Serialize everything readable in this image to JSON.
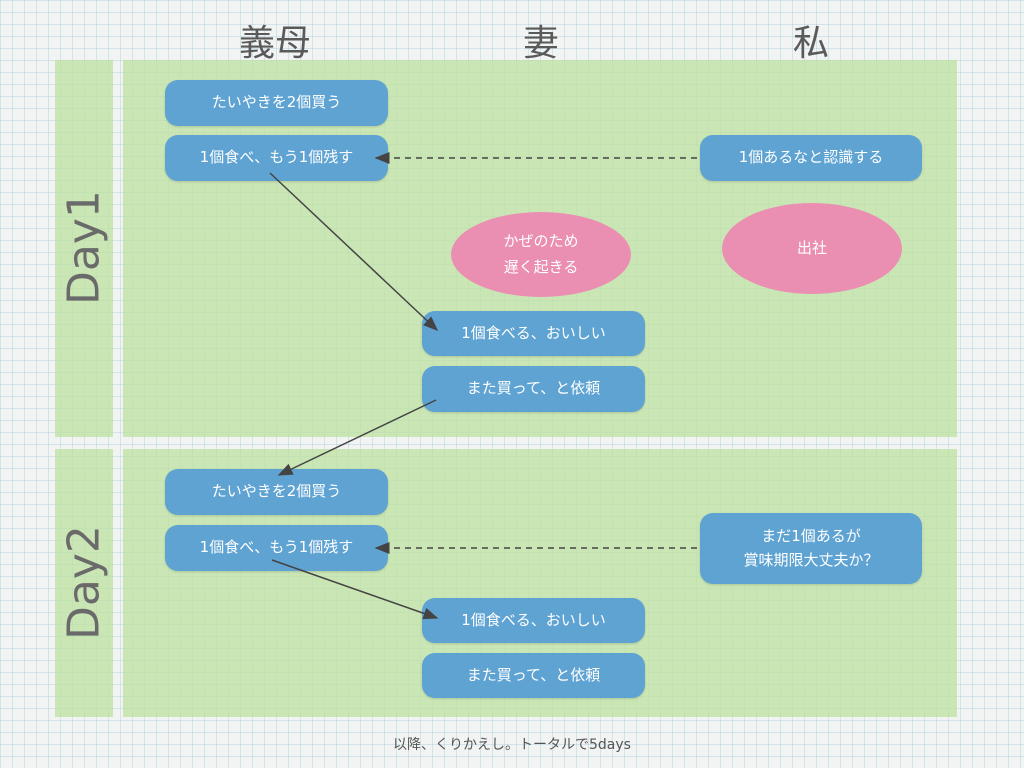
{
  "headers": [
    "義母",
    "妻",
    "私"
  ],
  "days": [
    {
      "label": "Day1",
      "boxes": [
        "たいやきを2個買う",
        "1個食べ、もう1個残す",
        "1個あるなと認識する",
        "1個食べる、おいしい",
        "また買って、と依頼"
      ],
      "ellipses": [
        [
          "かぜのため",
          "遅く起きる"
        ],
        [
          "出社"
        ]
      ]
    },
    {
      "label": "Day2",
      "boxes": [
        "たいやきを2個買う",
        "1個食べ、もう1個残す",
        "1個食べる、おいしい",
        "また買って、と依頼"
      ],
      "note": [
        "まだ1個あるが",
        "賞味期限大丈夫か？"
      ]
    }
  ],
  "footer": "以降、くりかえし。トータルで5days",
  "colors": {
    "box": "#5fa3d3",
    "ellipse": "#ea8fb2",
    "band": "#c4e3ad"
  }
}
